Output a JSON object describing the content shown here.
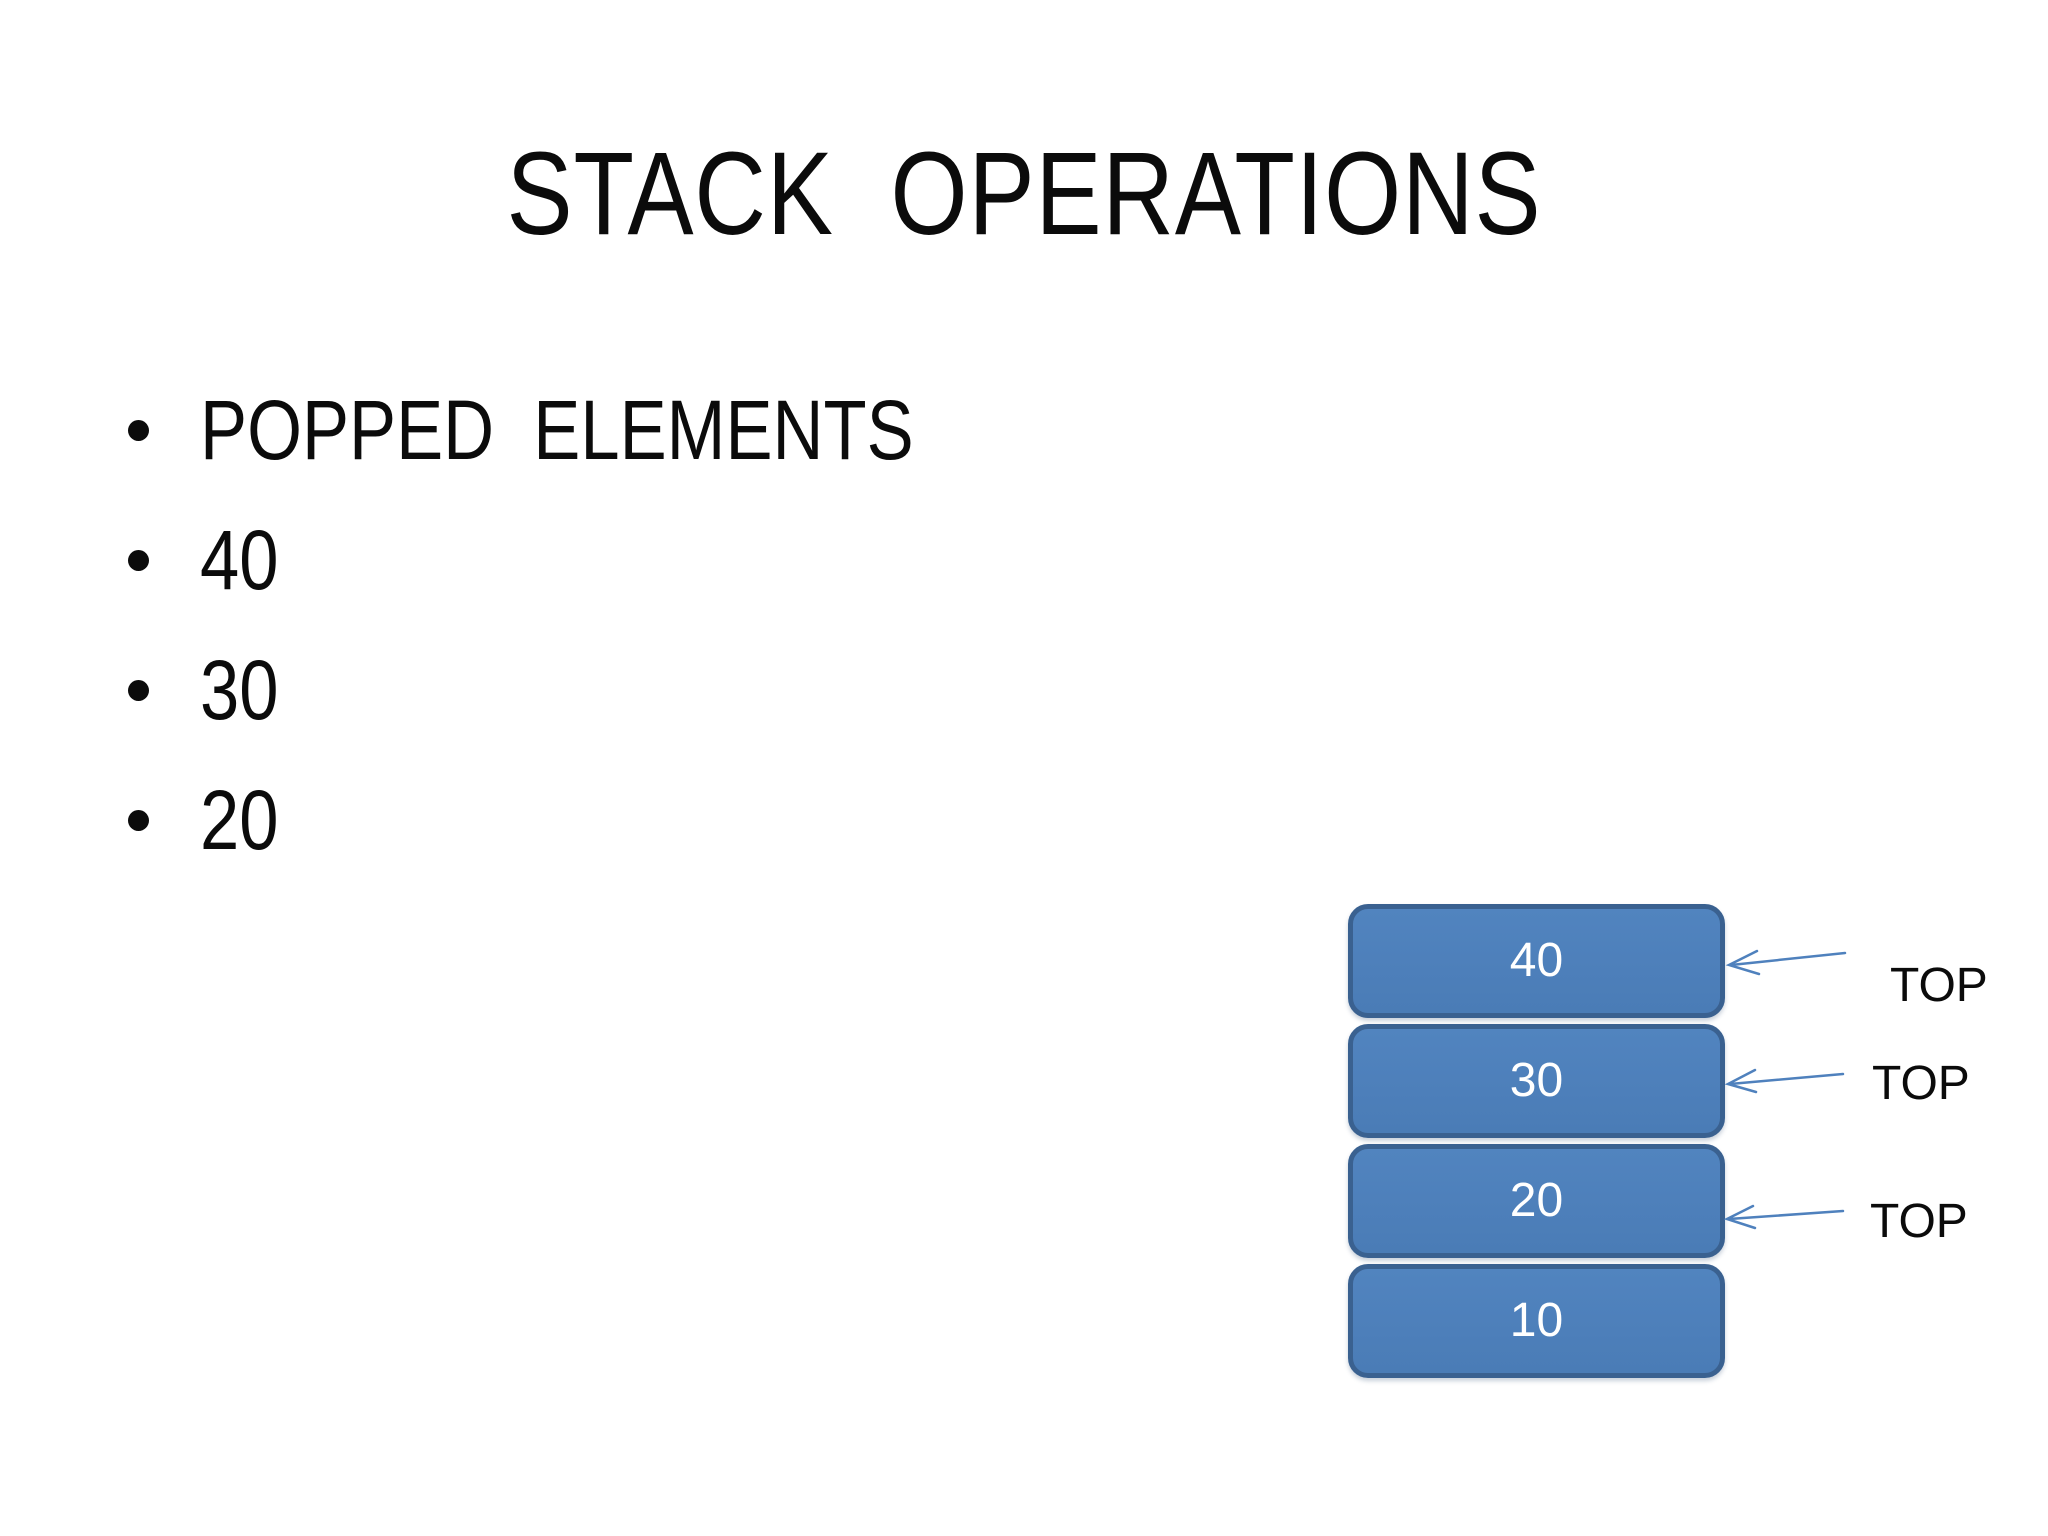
{
  "slide": {
    "title": "STACK  OPERATIONS",
    "background_color": "#ffffff",
    "text_color": "#0b0b0b"
  },
  "bullets": [
    "POPPED  ELEMENTS",
    "40",
    "30",
    "20"
  ],
  "stack": {
    "blocks": [
      {
        "value": "40"
      },
      {
        "value": "30"
      },
      {
        "value": "20"
      },
      {
        "value": "10"
      }
    ],
    "top_labels": [
      "TOP",
      "TOP",
      "TOP"
    ],
    "colors": {
      "block_fill": "#4d7fba",
      "block_border": "#3a6190",
      "block_text": "#ffffff",
      "arrow": "#4f81bd"
    }
  }
}
